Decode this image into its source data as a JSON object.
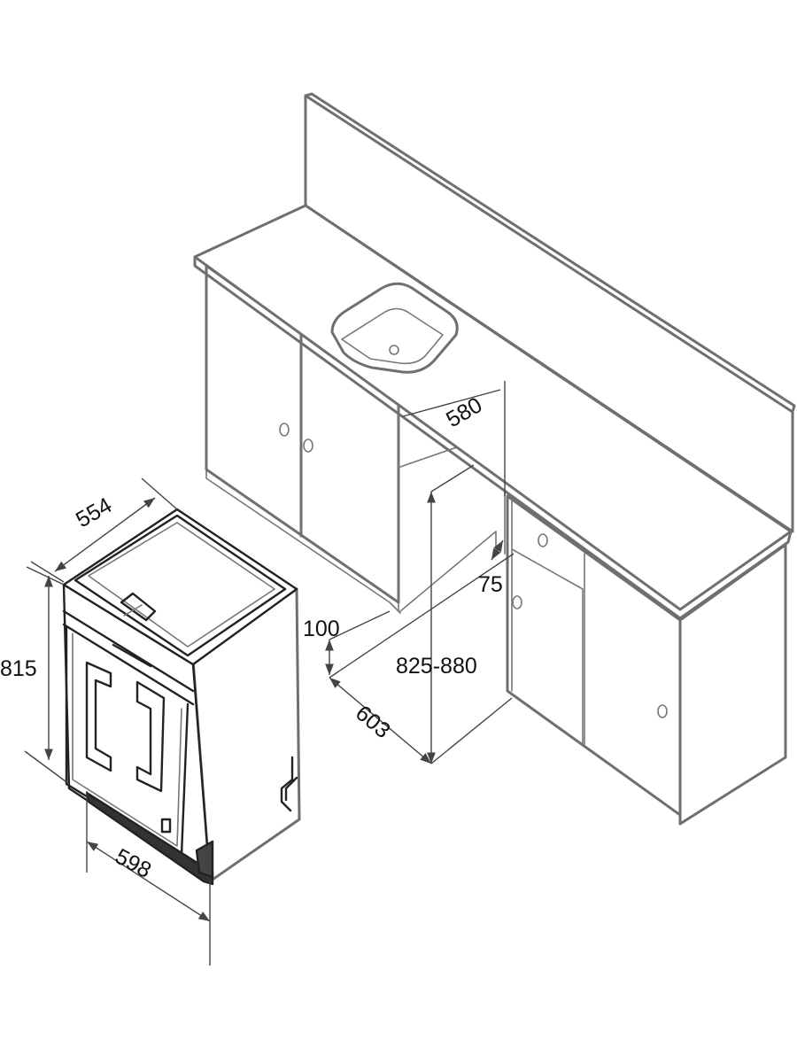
{
  "dimensions": {
    "appliance_depth": "554",
    "appliance_height": "815",
    "appliance_width": "598",
    "niche_depth": "580",
    "niche_height": "825-880",
    "niche_width": "603",
    "plinth_depth": "75",
    "plinth_height": "100"
  },
  "colors": {
    "outline": "#6f6f6f",
    "appliance_line": "#222222",
    "dimension_line": "#444444",
    "label": "#111111"
  }
}
